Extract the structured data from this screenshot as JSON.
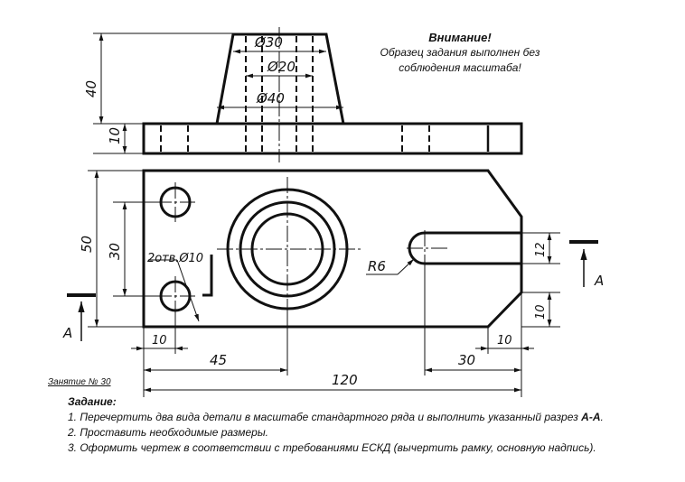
{
  "note": {
    "title": "Внимание!",
    "line1": "Образец задания выполнен без",
    "line2": "соблюдения масштаба!"
  },
  "lesson": "Занятие № 30",
  "task": {
    "title": "Задание:",
    "item1_main": "1. Перечертить два вида детали в масштабе стандартного ряда и выполнить указанный разрез ",
    "item1_bold": "А-А",
    "item1_end": ".",
    "item2": "2. Проставить необходимые размеры.",
    "item3": "3. Оформить чертеж в соответствии с требованиями ЕСКД (вычертить рамку, основную надпись)."
  },
  "dimensions": {
    "d30": "Ø30",
    "d20": "Ø20",
    "d40": "Ø40",
    "h40": "40",
    "h10": "10",
    "h50": "50",
    "h30": "30",
    "holes": "2отв.Ø10",
    "r6": "R6",
    "slot12": "12",
    "right10": "10",
    "w10": "10",
    "w45": "45",
    "w30": "30",
    "w10b": "10",
    "w120": "120"
  },
  "section": {
    "left_label": "А",
    "right_label": "А"
  }
}
